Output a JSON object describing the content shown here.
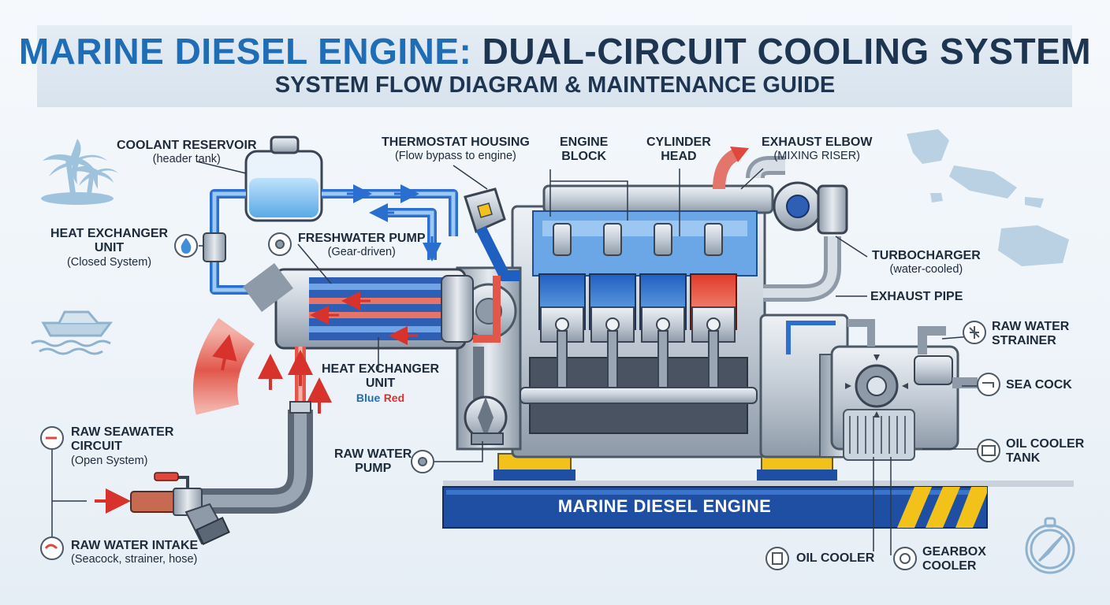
{
  "header": {
    "title_part1": "MARINE DIESEL ENGINE:",
    "title_part2": "DUAL-CIRCUIT COOLING SYSTEM",
    "subtitle": "SYSTEM FLOW DIAGRAM & MAINTENANCE GUIDE"
  },
  "labels": {
    "coolant_reservoir": {
      "title": "COOLANT RESERVOIR",
      "sub": "(header tank)"
    },
    "heat_exchanger_left": {
      "title1": "HEAT EXCHANGER",
      "title2": "UNIT",
      "sub": "(Closed System)"
    },
    "freshwater_pump": {
      "title": "FRESHWATER PUMP",
      "sub": "(Gear-driven)"
    },
    "thermostat_housing": {
      "title": "THERMOSTAT HOUSING",
      "sub": "(Flow bypass to engine)"
    },
    "engine_block": {
      "title1": "ENGINE",
      "title2": "BLOCK"
    },
    "cylinder_head": {
      "title1": "CYLINDER",
      "title2": "HEAD"
    },
    "exhaust_elbow": {
      "title": "EXHAUST ELBOW",
      "sub": "(MIXING RISER)"
    },
    "turbocharger": {
      "title": "TURBOCHARGER",
      "sub": "(water-cooled)"
    },
    "exhaust_pipe": {
      "title": "EXHAUST PIPE"
    },
    "raw_water_strainer": {
      "title1": "RAW WATER",
      "title2": "STRAINER"
    },
    "sea_cock": {
      "title": "SEA COCK"
    },
    "oil_cooler_tank": {
      "title1": "OIL COOLER",
      "title2": "TANK"
    },
    "heat_exchanger_center": {
      "title1": "HEAT EXCHANGER",
      "title2": "UNIT",
      "legend_blue": "Blue",
      "legend_red": "Red"
    },
    "raw_seawater_circuit": {
      "title1": "RAW SEAWATER",
      "title2": "CIRCUIT",
      "sub": "(Open System)"
    },
    "raw_water_pump": {
      "title1": "RAW WATER",
      "title2": "PUMP"
    },
    "raw_water_intake": {
      "title": "RAW WATER INTAKE",
      "sub": "(Seacock, strainer, hose)"
    },
    "oil_cooler": {
      "title": "OIL COOLER"
    },
    "gearbox_cooler": {
      "title1": "GEARBOX",
      "title2": "COOLER"
    }
  },
  "baseplate_label": "MARINE DIESEL ENGINE",
  "colors": {
    "freshwater": "#3f8fd8",
    "seawater": "#e0473d",
    "title_accent": "#1e6db5",
    "title_dark": "#1e3552",
    "metal": "#c9d1da",
    "baseplate": "#1f4fa3",
    "hazard": "#f2c21b"
  },
  "icons": [
    "palm-tree-icon",
    "boat-icon",
    "compass-icon",
    "map-icon",
    "water-drop-icon",
    "pump-icon",
    "strainer-icon",
    "tap-icon",
    "oil-cooler-icon",
    "gear-icon",
    "arrow-icon"
  ]
}
